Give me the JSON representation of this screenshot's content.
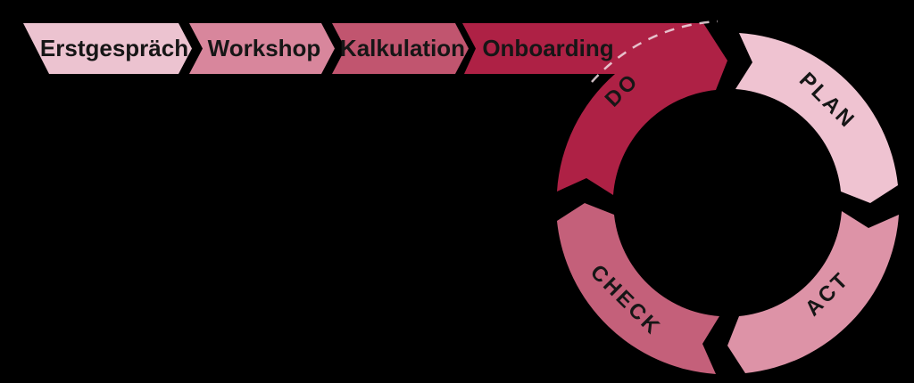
{
  "background_color": "#000000",
  "process_flow": {
    "steps": [
      {
        "label": "Erstgespräch",
        "color": "#ECC3D0"
      },
      {
        "label": "Workshop",
        "color": "#D8869C"
      },
      {
        "label": "Kalkulation",
        "color": "#C1556F"
      },
      {
        "label": "Onboarding",
        "color": "#AE2145"
      }
    ],
    "text_color": "#161616"
  },
  "pdca_cycle": {
    "segments": [
      {
        "label": "PLAN",
        "color": "#EFC3D1"
      },
      {
        "label": "ACT",
        "color": "#DD93A7"
      },
      {
        "label": "CHECK",
        "color": "#C4607A"
      },
      {
        "label": "DO",
        "color": "#AE2145"
      }
    ],
    "label_color": "#161616",
    "flow_dash_color": "#F0DCE3"
  }
}
